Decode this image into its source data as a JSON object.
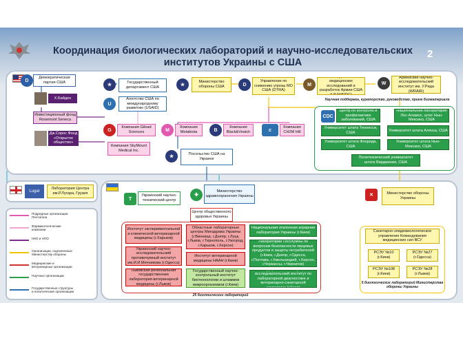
{
  "slide": {
    "title": "Координация биологических лабораторий и научно-исследовательских институтов Украины с США",
    "page_number": "2"
  },
  "usa": {
    "dem_party": "Демократическая партия США",
    "biden": "Х.Байден",
    "rosemont": "Инвестиционный фонд Rosemont Seneca",
    "soros": "Дж.Сорос Фонд «Открытое общество»",
    "state_dept": "Государственный департамент США",
    "usaid": "Агентство США по международному развитию (USAID)",
    "dod": "Министерство обороны США",
    "dtra": "Управление по снижению угрозы МО США (DTRA)",
    "usamrdc": "Командование медицинских исследований и разработок Армии США (USAMRDC)",
    "wrair": "Армейский научно-исследовательский институт им. У.Рида (WRAIR)",
    "gilead": "Компания Gilead Sciences",
    "metabiota": "Компания Metabiota",
    "blackveatch": "Компания Black&Veatch",
    "ch2m": "Компания CH2M Hill",
    "skymount": "Компания SkyMount Medical Inc.",
    "embassy": "Посольство США на Украине",
    "support_note": "Научная поддержка, кураторство, руководство, прием биоматериала",
    "cdc": "Центр по контролю и профилактике заболеваний, США",
    "national_lab": "Национальная лаборатория Лос-Аламос, штат Нью-Мексико, США",
    "uni_tennessee": "Университет штата Теннесси, США",
    "uni_alaska": "Университет штата Аляска, США",
    "uni_florida": "Университет штата Флорида, США",
    "uni_newmexico": "Университет штата Нью-Мексико, США",
    "uni_virginia": "Политехнический университет штата Вирджиния, США"
  },
  "georgia": {
    "lugar": "Лаборатория Центра им.Р.Лугара, Грузия",
    "logo_text": "Lugar"
  },
  "ukraine": {
    "tech_center": "Украинский научно-технический центр",
    "moh": "Министерство здравоохранения Украины",
    "public_health": "Центр общественного здоровья Украины",
    "mod_ua": "Министерство обороны Украины",
    "inst_vet": "Институт экспериментальной и клинической ветеринарной медицины (г.Харьков)",
    "ukr_antiplague": "Украинский научно-исследовательский противочумный институт им.И.И.Мечникова (г.Одесса)",
    "lviv_lab": "Львовская региональная государственная лаборатория ветеринарной медицины (г.Львов)",
    "oblast_labs": "Областные лабораторные центры Минздрава Украины (г.Винница, г.Днепр, г.Луцк, г.Львов, г.Тернополь, г.Ужгород, г.Харьков, г.Херсон)",
    "inst_vet_naan": "Институт ветеринарной медицины НААН (г.Киев)",
    "state_research": "Государственный научно-контрольный институт биотехнологии и штаммов микроорганизмов (г.Киев)",
    "natl_ref": "Национальная эталонная аграрная лаборатория Украины (г.Киев)",
    "gos_lab": "Лаборатории Госслужбы по вопросам безопасности пищевых продуктов и защиты потребителей (г.Киев, г.Днепр, г.Одесса, г.Полтава, г.Хмельницкий, г.Херсон, г.Черкассы, г.Чернигов)",
    "state_inst_lab": "Государственный научно-исследовательский институт по лабораторной диагностике и ветеринарно-санитарной экспертизе (г.Киев)",
    "labs_25": "25 биологических лабораторий",
    "sanitary": "Санитарно-эпидемиологическое управление Командования медицинских сил ВСУ",
    "rsep10": "РСЭУ №10 (г.Киев)",
    "rsep27": "РСЭУ №27 (г.Одесса)",
    "rsep108": "РСЭУ №108 (г.Киев)",
    "rsep28": "РСЭУ №28 (г.Львов)",
    "labs_5": "5 биологических лабораторий Министерства обороны Украины"
  },
  "legend": [
    {
      "label": "Подрядные организации Пентагона",
      "color": "#e05bb0"
    },
    {
      "label": "Фармакологические компании",
      "color": "#f0a8d0"
    },
    {
      "label": "НКО и НПО",
      "color": "#7a2a8a"
    },
    {
      "label": "Организации, подчиненные Министерству обороны",
      "color": "#f2c400"
    },
    {
      "label": "Медицинские и ветеринарные организации",
      "color": "#d0312d"
    },
    {
      "label": "Научные организации",
      "color": "#2a9e4a"
    },
    {
      "label": "Государственные структуры и политические организации",
      "color": "#2e6fb0"
    }
  ],
  "colors": {
    "pink": "#e05bb0",
    "yellow": "#f2c400",
    "red": "#d0312d",
    "green": "#2a9e4a",
    "blue": "#2e6fb0",
    "purple": "#7a2a8a",
    "teal": "#3fb8c8"
  }
}
